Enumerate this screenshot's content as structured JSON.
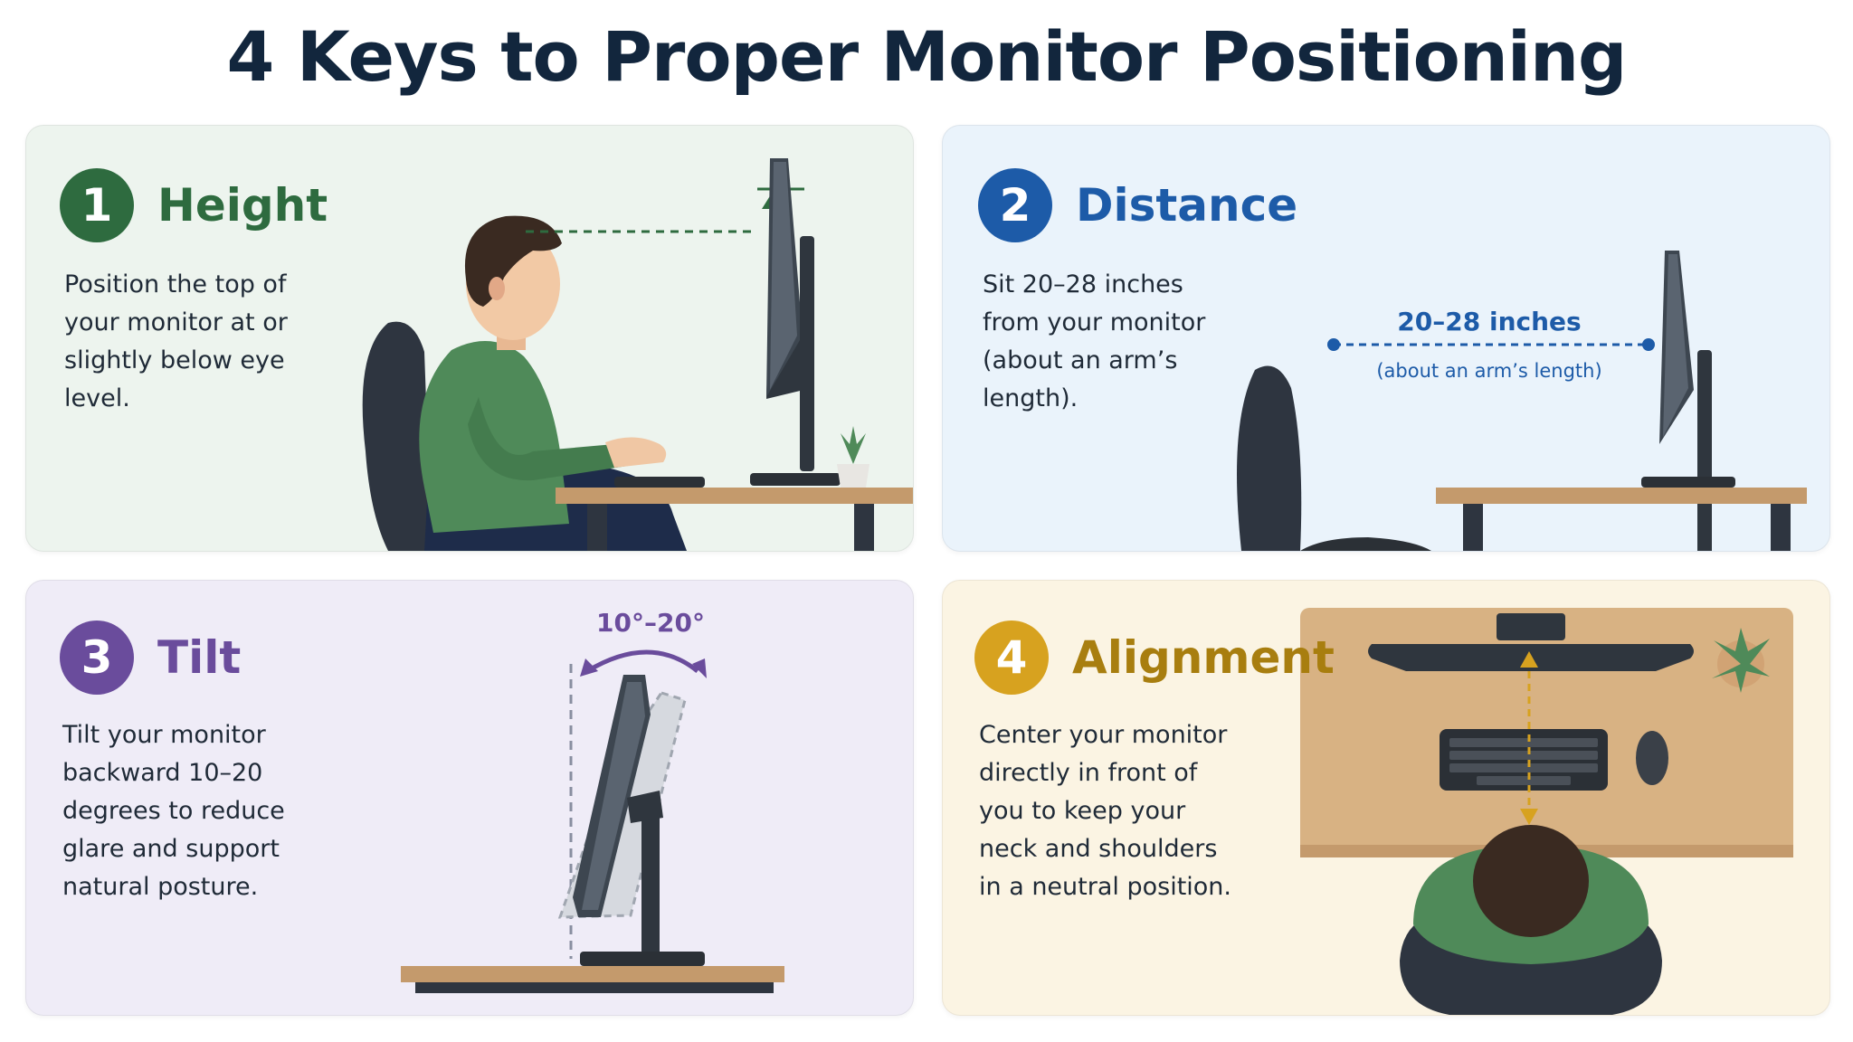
{
  "title": "4 Keys to Proper Monitor Positioning",
  "colors": {
    "height": "#2e6b3f",
    "distance": "#1d5ba8",
    "tilt": "#6a4c9c",
    "alignment": "#d7a21f",
    "alignment_text": "#a87e0f"
  },
  "cards": [
    {
      "number": "1",
      "heading": "Height",
      "description": "Position the top of\nyour monitor at or\nslightly below eye\nlevel."
    },
    {
      "number": "2",
      "heading": "Distance",
      "description": "Sit 20–28 inches\nfrom your monitor\n(about an arm’s\nlength).",
      "measure_label": "20–28 inches",
      "measure_sublabel": "(about an arm’s length)"
    },
    {
      "number": "3",
      "heading": "Tilt",
      "description": "Tilt your monitor\nbackward 10–20\ndegrees to reduce\nglare and support\nnatural posture.",
      "angle_label": "10°–20°"
    },
    {
      "number": "4",
      "heading": "Alignment",
      "description": "Center your monitor\ndirectly in front of\nyou to keep your\nneck and shoulders\nin a neutral position."
    }
  ]
}
